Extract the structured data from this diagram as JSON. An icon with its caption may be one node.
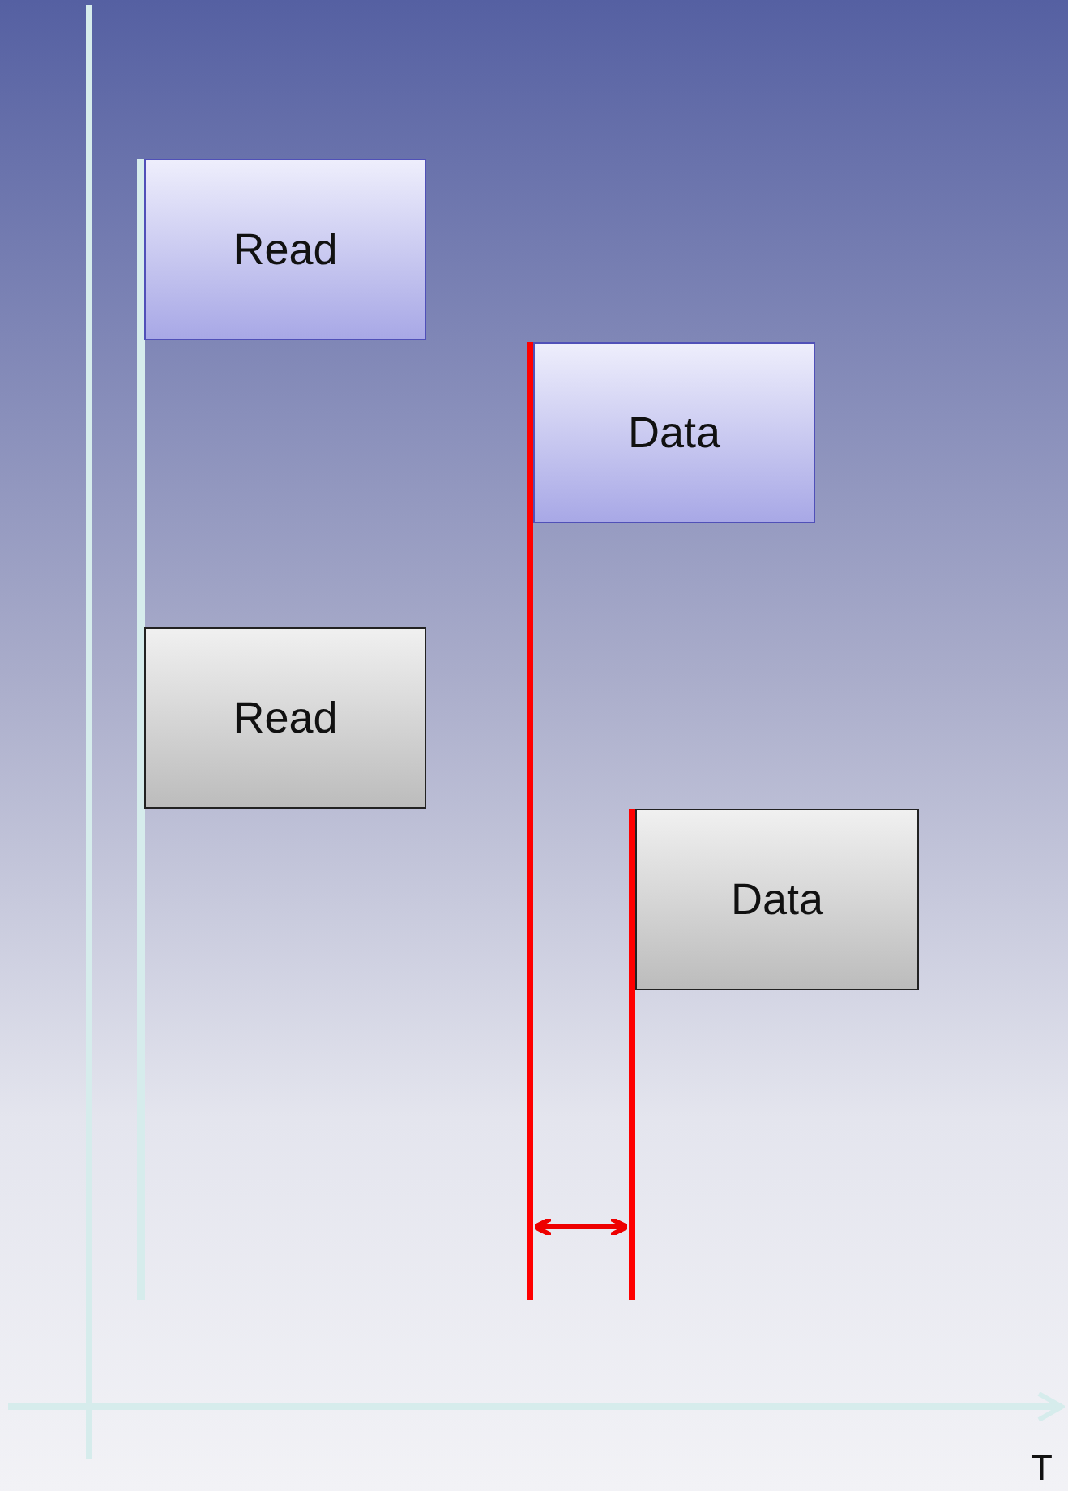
{
  "diagram": {
    "nodes": [
      {
        "text": [
          "Read"
        ]
      },
      {
        "text": [
          "Data"
        ]
      },
      {
        "text": [
          "Read"
        ]
      },
      {
        "text": [
          "Data"
        ]
      }
    ],
    "labels": [
      "T"
    ]
  }
}
